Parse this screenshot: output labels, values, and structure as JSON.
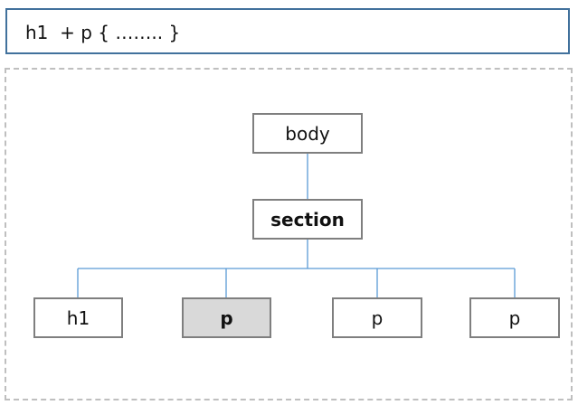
{
  "selector": {
    "text": "h1  + p { …….. }"
  },
  "tree": {
    "line_color": "#5b9bd5",
    "nodes": {
      "body": {
        "label": "body"
      },
      "section": {
        "label": "section"
      },
      "h1": {
        "label": "h1"
      },
      "p1": {
        "label": "p",
        "highlighted": true
      },
      "p2": {
        "label": "p"
      },
      "p3": {
        "label": "p"
      }
    },
    "edges": [
      [
        "body",
        "section"
      ],
      [
        "section",
        "h1"
      ],
      [
        "section",
        "p1"
      ],
      [
        "section",
        "p2"
      ],
      [
        "section",
        "p3"
      ]
    ]
  }
}
